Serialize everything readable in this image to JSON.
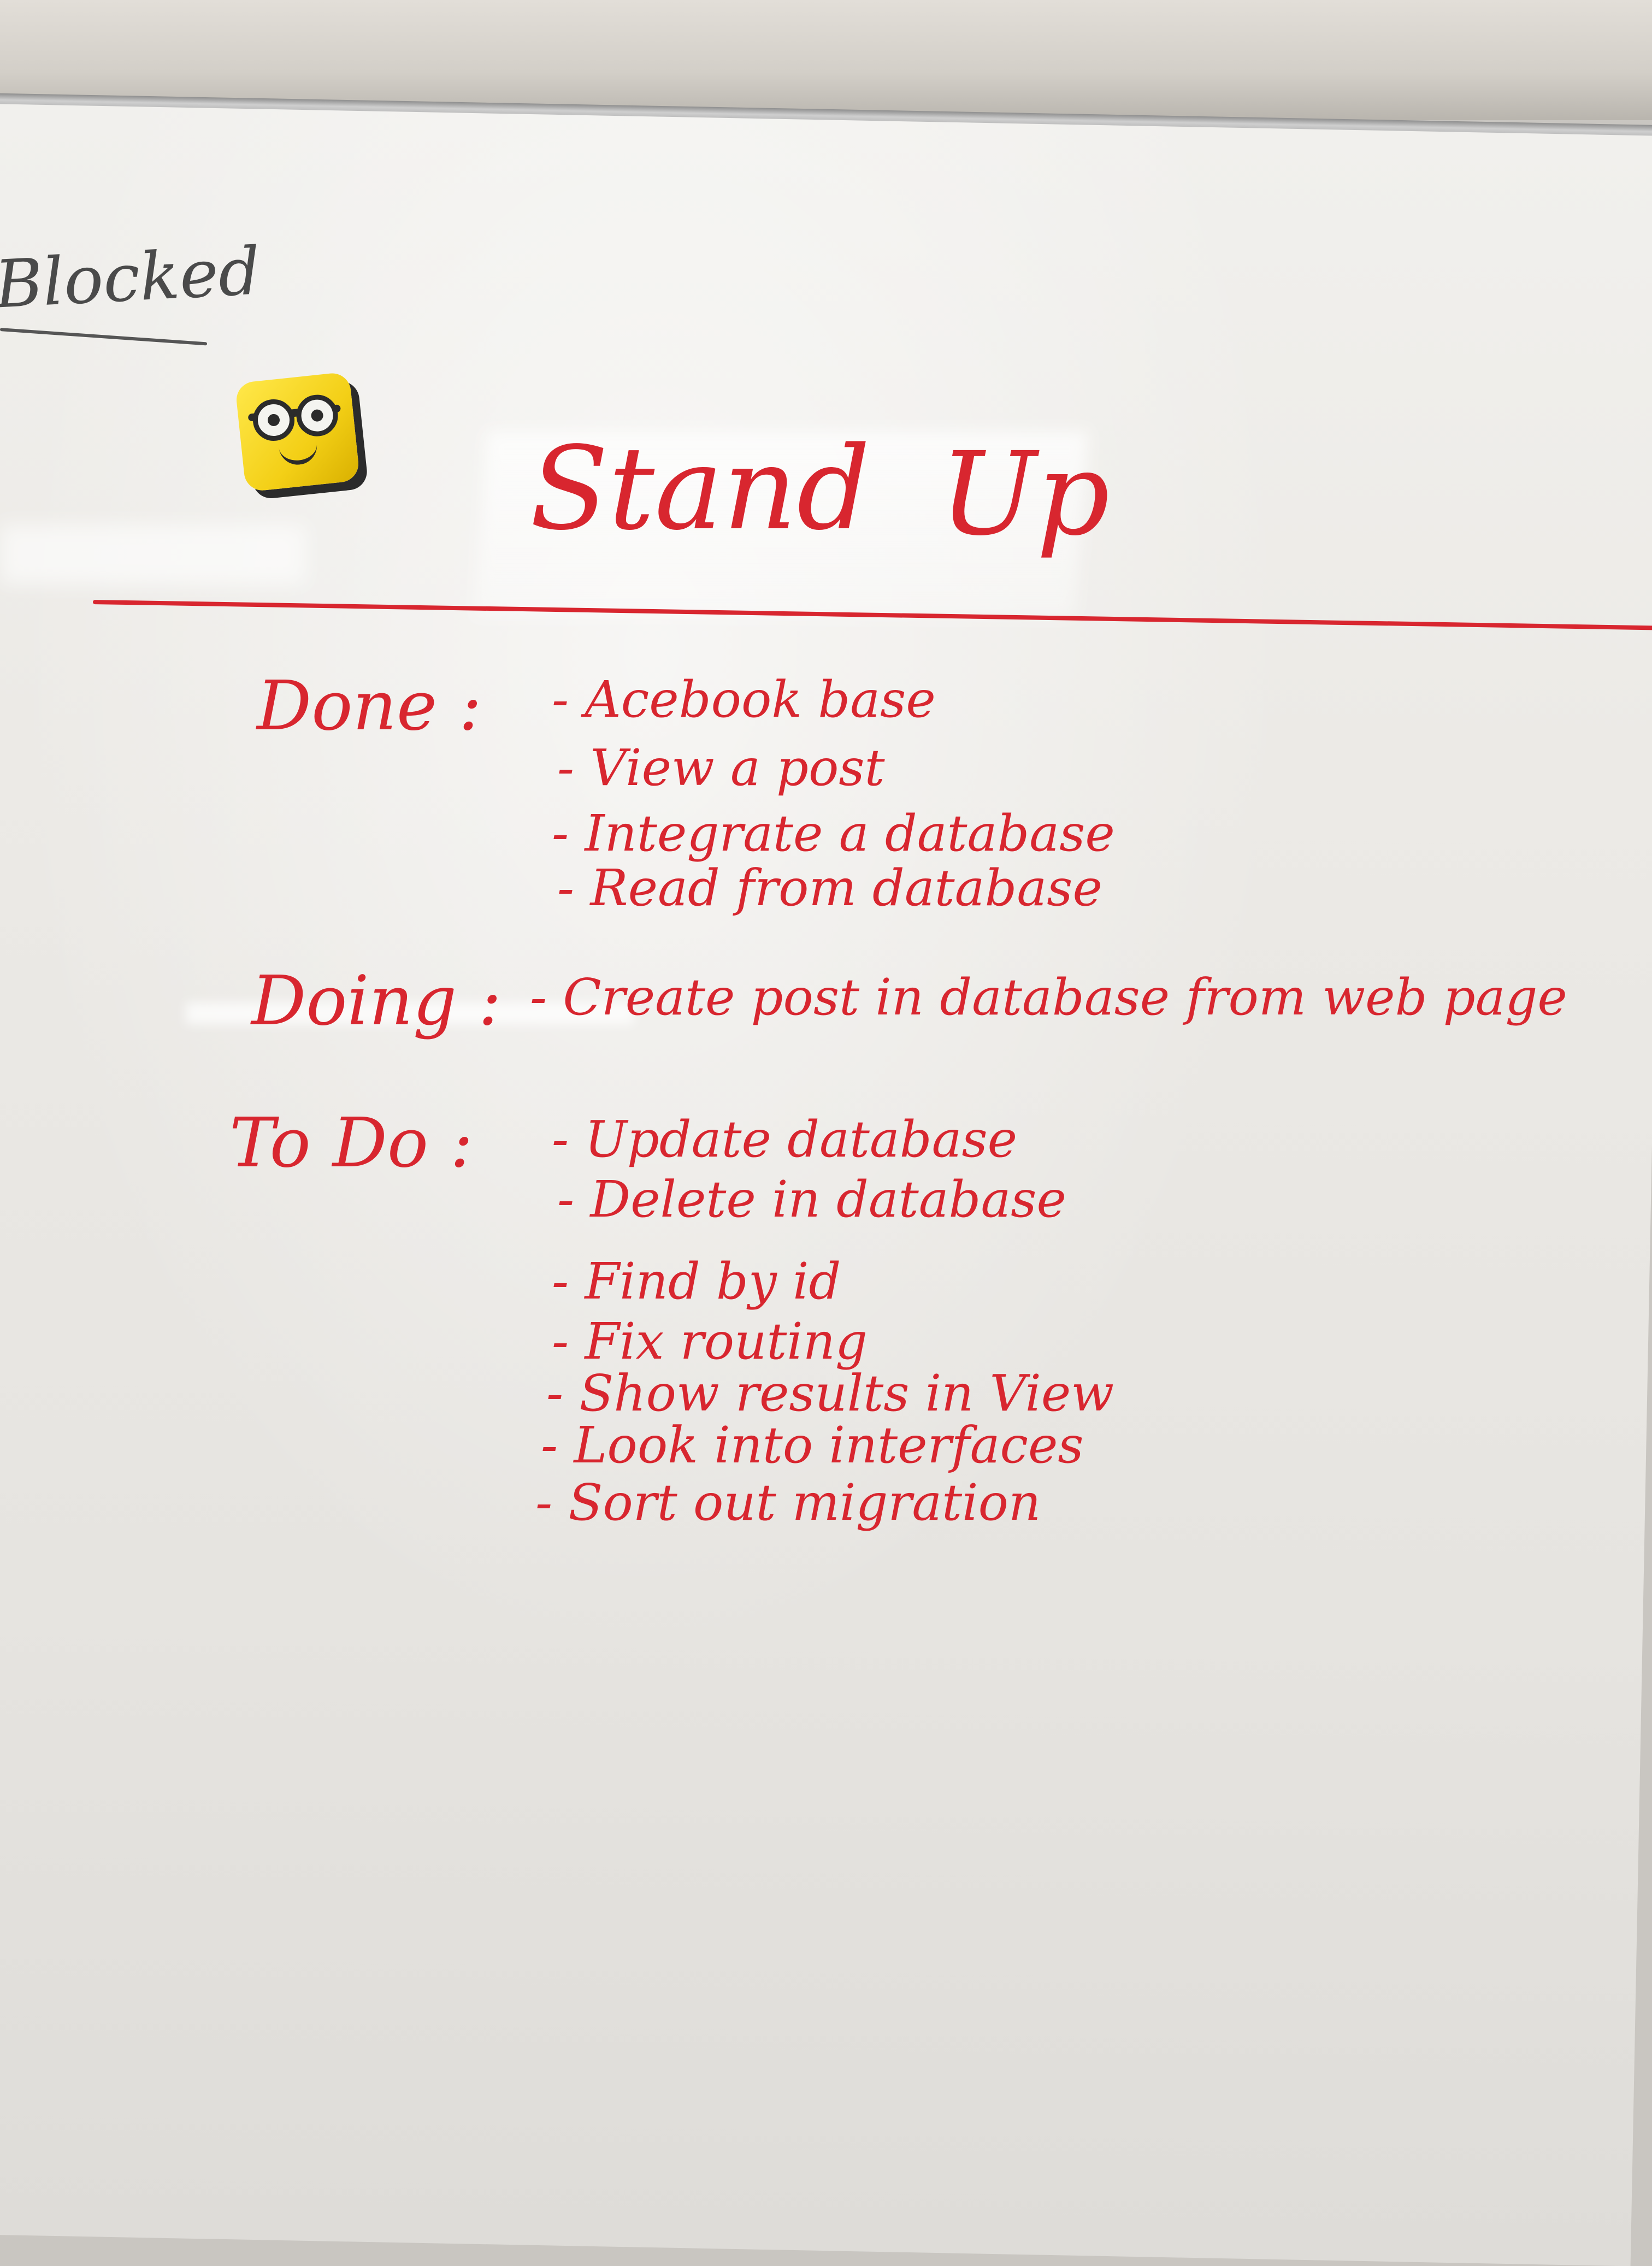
{
  "board": {
    "corner_label": "Blocked",
    "title_word1": "Stand",
    "title_word2": "Up",
    "sections": {
      "done": {
        "label": "Done :",
        "items": [
          "- Acebook base",
          "- View a post",
          "- Integrate a database",
          "- Read from database"
        ]
      },
      "doing": {
        "label": "Doing :",
        "items": [
          "- Create post in database from web page"
        ]
      },
      "todo": {
        "label": "To Do :",
        "items": [
          "- Update database",
          "- Delete in database",
          "- Find by id",
          "- Fix routing",
          "- Show results in View",
          "- Look into interfaces",
          "- Sort out migration"
        ]
      }
    }
  },
  "magnet": {
    "icon": "minion-face-icon"
  },
  "colors": {
    "ink": "#d8262f",
    "pencil": "#4a4a4a",
    "magnet": "#f3cf16"
  }
}
